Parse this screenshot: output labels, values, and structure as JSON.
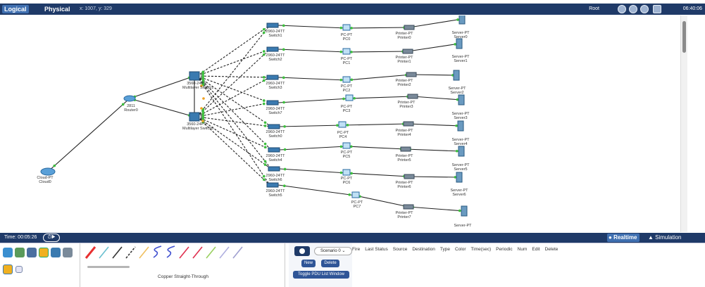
{
  "topbar": {
    "tab_logical": "Logical",
    "tab_physical": "Physical",
    "coords": "x: 1007, y: 329",
    "root_label": "Root",
    "time": "06:40:06"
  },
  "devices": {
    "cloud": {
      "line1": "Cloud-PT",
      "line2": "Cloud0"
    },
    "router": {
      "line1": "2811",
      "line2": "Router0"
    },
    "ml_switch1": {
      "line1": "3560-24PS",
      "line2": "Multilayer Switch1"
    },
    "ml_switch0": {
      "line1": "3560-24PS",
      "line2": "Multilayer Switch0"
    },
    "switches": [
      {
        "line1": "2960-24TT",
        "line2": "Switch1"
      },
      {
        "line1": "2960-24TT",
        "line2": "Switch2"
      },
      {
        "line1": "2960-24TT",
        "line2": "Switch3"
      },
      {
        "line1": "2960-24TT",
        "line2": "Switch7"
      },
      {
        "line1": "2960-24TT",
        "line2": "Switch0"
      },
      {
        "line1": "2960-24TT",
        "line2": "Switch4"
      },
      {
        "line1": "2960-24TT",
        "line2": "Switch6"
      },
      {
        "line1": "2960-24TT",
        "line2": "Switch5"
      }
    ],
    "pcs": [
      {
        "line1": "PC-PT",
        "line2": "PC0"
      },
      {
        "line1": "PC-PT",
        "line2": "PC1"
      },
      {
        "line1": "PC-PT",
        "line2": "PC2"
      },
      {
        "line1": "PC-PT",
        "line2": "PC3"
      },
      {
        "line1": "PC-PT",
        "line2": "PC4"
      },
      {
        "line1": "PC-PT",
        "line2": "PC5"
      },
      {
        "line1": "PC-PT",
        "line2": "PC6"
      },
      {
        "line1": "PC-PT",
        "line2": "PC7"
      }
    ],
    "printers": [
      {
        "line1": "Printer-PT",
        "line2": "Printer0"
      },
      {
        "line1": "Printer-PT",
        "line2": "Printer1"
      },
      {
        "line1": "Printer-PT",
        "line2": "Printer2"
      },
      {
        "line1": "Printer-PT",
        "line2": "Printer3"
      },
      {
        "line1": "Printer-PT",
        "line2": "Printer4"
      },
      {
        "line1": "Printer-PT",
        "line2": "Printer5"
      },
      {
        "line1": "Printer-PT",
        "line2": "Printer6"
      },
      {
        "line1": "Printer-PT",
        "line2": "Printer7"
      }
    ],
    "servers": [
      {
        "line1": "Server-PT",
        "line2": "Server0"
      },
      {
        "line1": "Server-PT",
        "line2": "Server1"
      },
      {
        "line1": "Server-PT",
        "line2": "Server2"
      },
      {
        "line1": "Server-PT",
        "line2": "Server3"
      },
      {
        "line1": "Server-PT",
        "line2": "Server4"
      },
      {
        "line1": "Server-PT",
        "line2": "Server5"
      },
      {
        "line1": "Server-PT",
        "line2": "Server6"
      },
      {
        "line1": "Server-PT",
        "line2": ""
      }
    ]
  },
  "timebar": {
    "time": "Time: 00:05:26",
    "realtime": "Realtime",
    "simulation": "Simulation"
  },
  "connections": {
    "selected_label": "Copper Straight-Through"
  },
  "pdu": {
    "scenario": "Scenario 0",
    "new_label": "New",
    "delete_label": "Delete",
    "toggle_label": "Toggle PDU List Window",
    "columns": [
      "Fire",
      "Last Status",
      "Source",
      "Destination",
      "Type",
      "Color",
      "Time(sec)",
      "Periodic",
      "Num",
      "Edit",
      "Delete"
    ]
  },
  "colors": {
    "bar": "#1f3a68",
    "link_up": "#3cbf3c",
    "link_amber": "#f0a020"
  }
}
